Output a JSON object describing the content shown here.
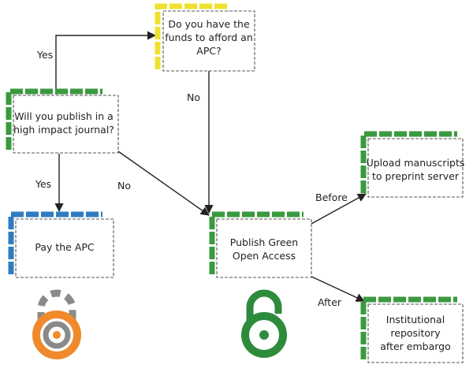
{
  "colors": {
    "green": "#3a9a3e",
    "yellow": "#f0e130",
    "blue": "#2f7cc1",
    "orange": "#f08a2c",
    "gray": "#8a8a8a",
    "oa_green": "#2e8b3c",
    "line": "#222222",
    "box_border": "#555555"
  },
  "nodes": {
    "funds": {
      "lines": [
        "Do you have the",
        "funds to afford an",
        "APC?"
      ],
      "accent": "yellow"
    },
    "journal": {
      "lines": [
        "Will you publish in a",
        "high impact journal?"
      ],
      "accent": "green"
    },
    "pay": {
      "lines": [
        "Pay the APC"
      ],
      "accent": "blue"
    },
    "green_oa": {
      "lines": [
        "Publish Green",
        "Open Access"
      ],
      "accent": "green"
    },
    "preprint": {
      "lines": [
        "Upload manuscripts",
        "to preprint server"
      ],
      "accent": "green"
    },
    "repository": {
      "lines": [
        "Institutional",
        "repository",
        "after embargo"
      ],
      "accent": "green"
    }
  },
  "edge_labels": {
    "journal_yes_top": "Yes",
    "journal_yes_down": "Yes",
    "journal_no": "No",
    "funds_no": "No",
    "before": "Before",
    "after": "After"
  },
  "icons": {
    "gold": "gold-open-access-lock-icon",
    "green": "green-open-access-lock-icon"
  }
}
